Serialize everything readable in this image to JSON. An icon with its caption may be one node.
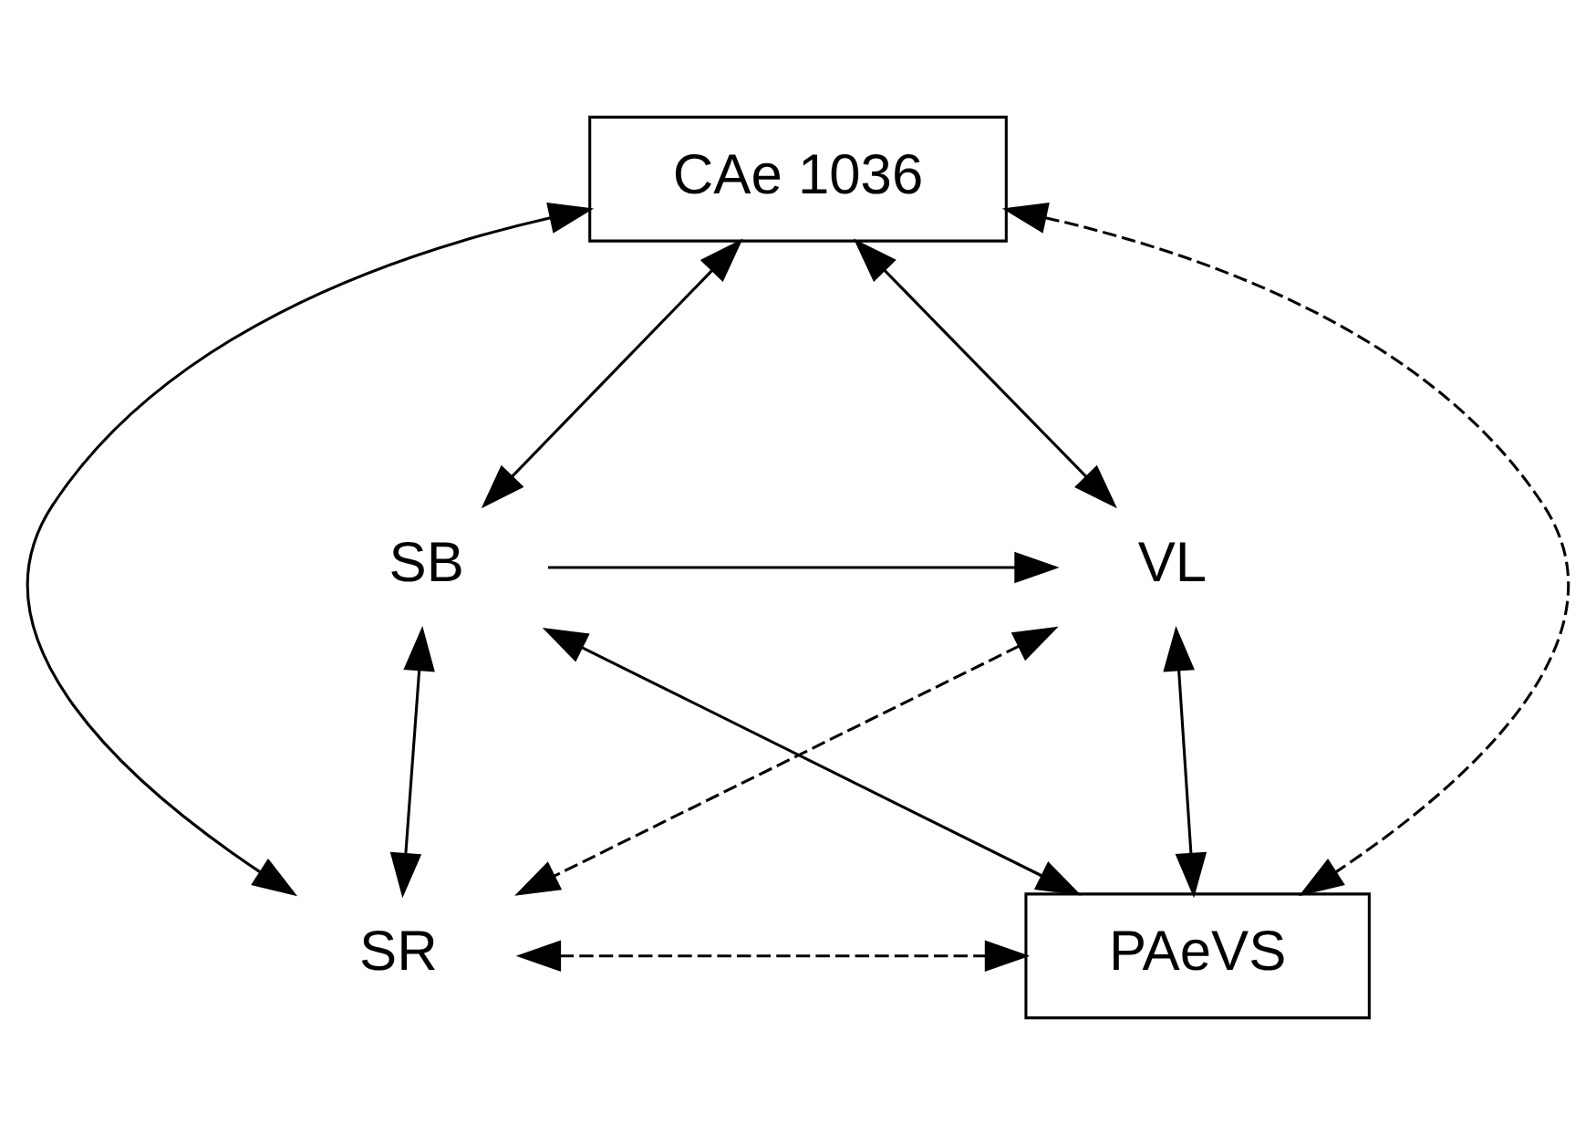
{
  "diagram": {
    "nodes": [
      {
        "text": [
          "CAe 1036"
        ]
      },
      {
        "text": [
          "SB"
        ]
      },
      {
        "text": [
          "VL"
        ]
      },
      {
        "text": [
          "SR"
        ]
      },
      {
        "text": [
          "PAeVS"
        ]
      }
    ],
    "edges": [
      {
        "from": 0,
        "to": 1,
        "arrow": "both"
      },
      {
        "from": 0,
        "to": 3,
        "arrow": "both"
      },
      {
        "from": 0,
        "to": 4,
        "arrow": "both",
        "style": "dashed"
      },
      {
        "from": 0,
        "to": 2,
        "arrow": "both"
      },
      {
        "from": 1,
        "to": 2,
        "arrow": "to"
      },
      {
        "from": 1,
        "to": 4,
        "arrow": "both"
      },
      {
        "from": 2,
        "to": 3,
        "arrow": "both",
        "style": "dashed"
      },
      {
        "from": 1,
        "to": 3,
        "arrow": "both"
      },
      {
        "from": 2,
        "to": 4,
        "arrow": "both"
      },
      {
        "from": 3,
        "to": 4,
        "arrow": "both",
        "style": "dashed"
      }
    ]
  }
}
